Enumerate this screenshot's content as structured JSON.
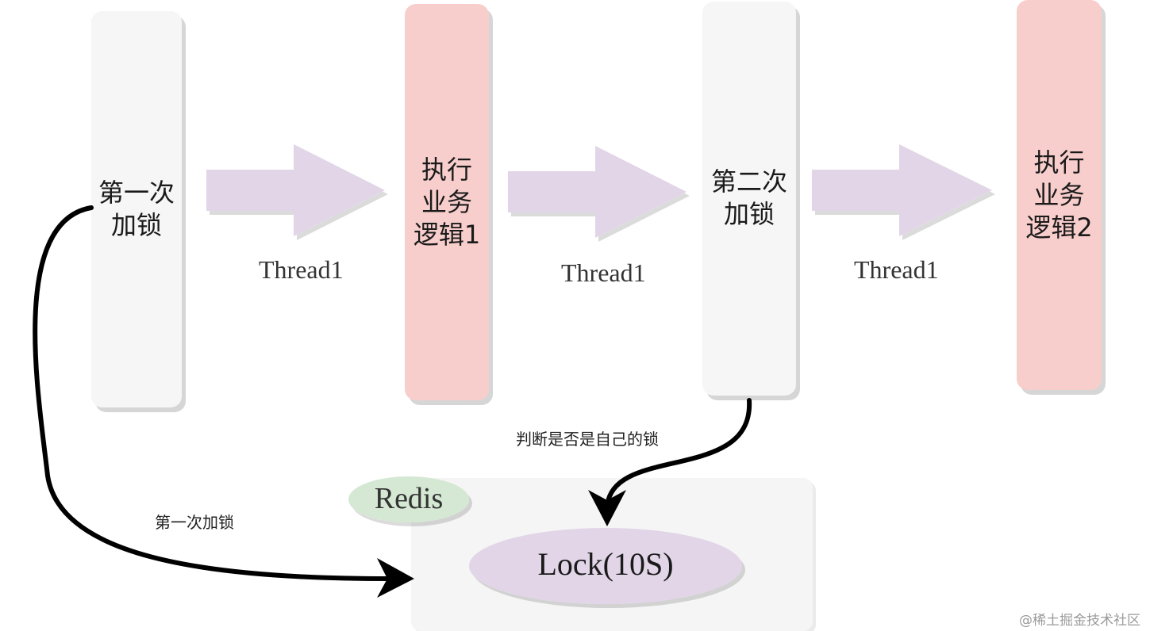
{
  "boxes": {
    "first_lock": "第一次\n加锁",
    "business1": "执行\n业务\n逻辑1",
    "second_lock": "第二次\n加锁",
    "business2": "执行\n业务\n逻辑2"
  },
  "arrows": {
    "a1_label": "Thread1",
    "a2_label": "Thread1",
    "a3_label": "Thread1"
  },
  "captions": {
    "check_own_lock": "判断是否是自己的锁",
    "first_lock_edge": "第一次加锁"
  },
  "redis": {
    "label": "Redis",
    "lock": "Lock(10S)"
  },
  "watermark": "@稀土掘金技术社区",
  "colors": {
    "box_grey": "#f6f6f6",
    "box_pink": "#f8cecc",
    "arrow_fill": "#e1d5e7",
    "redis_ellipse": "#d5e8d4",
    "lock_ellipse": "#e1d5e7",
    "connector": "#000000"
  }
}
